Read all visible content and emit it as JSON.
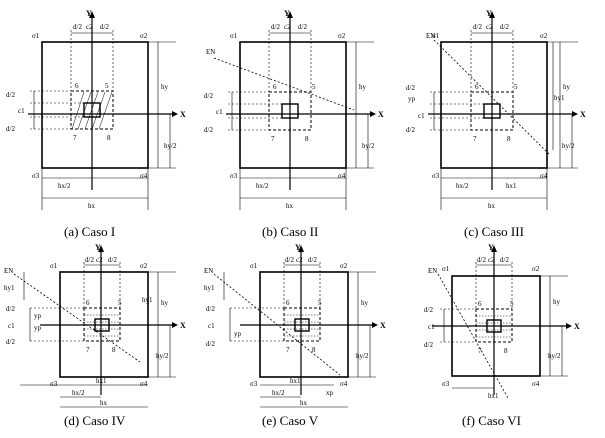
{
  "colors": {
    "ink": "#000000",
    "background": "#ffffff"
  },
  "labels": {
    "x_axis": "X",
    "y_axis": "Y",
    "neutral_axis": "EN",
    "corners": [
      "σ1",
      "σ2",
      "σ3",
      "σ4"
    ],
    "points": [
      "5",
      "6",
      "7",
      "8"
    ],
    "half_d": "d/2",
    "c1": "c1",
    "c2": "c2",
    "hx": "hx",
    "hy": "hy",
    "hx_half": "hx/2",
    "hy_half": "hy/2",
    "hx1": "hx1",
    "hy1": "hy1",
    "yp": "yp",
    "xp": "xp"
  },
  "panels": [
    {
      "id": "a",
      "caption": "(a) Caso I"
    },
    {
      "id": "b",
      "caption": "(b) Caso II"
    },
    {
      "id": "c",
      "caption": "(c) Caso III"
    },
    {
      "id": "d",
      "caption": "(d) Caso IV"
    },
    {
      "id": "e",
      "caption": "(e) Caso V"
    },
    {
      "id": "f",
      "caption": "(f) Caso VI"
    }
  ]
}
